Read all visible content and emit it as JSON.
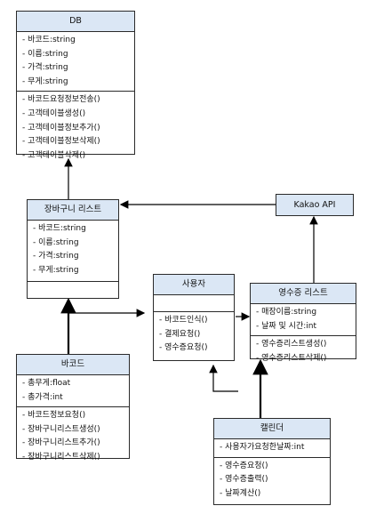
{
  "classes": {
    "db": {
      "title": "DB",
      "attributes": [
        "바코드:string",
        "이름:string",
        "가격:string",
        "무게:string"
      ],
      "methods": [
        "바코드요청정보전송()",
        "고객테이블생성()",
        "고객테이블정보추가()",
        "고객테이블정보삭제()",
        "고객테이블삭제()"
      ]
    },
    "cart": {
      "title": "장바구니 리스트",
      "attributes": [
        "바코드:string",
        "이름:string",
        "가격:string",
        "무게:string"
      ],
      "methods": []
    },
    "kakao": {
      "title": "Kakao API"
    },
    "user": {
      "title": "사용자",
      "attributes": [],
      "methods": [
        "바코드인식()",
        "결제요청()",
        "영수증요청()"
      ]
    },
    "receipt": {
      "title": "영수증 리스트",
      "attributes": [
        "매장이름:string",
        "날짜 및 시간:int"
      ],
      "methods": [
        "영수증리스트생성()",
        "영수증리스트삭제()"
      ]
    },
    "barcode": {
      "title": "바코드",
      "attributes": [
        "총무게:float",
        "총가격:int"
      ],
      "methods": [
        "바코드정보요청()",
        "장바구니리스트생성()",
        "장바구니리스트추가()",
        "장바구니리스트삭제()"
      ]
    },
    "calendar": {
      "title": "캘린더",
      "attributes": [
        "사용자가요청한날짜:int"
      ],
      "methods": [
        "영수증요청()",
        "영수증출력()",
        "날짜계산()"
      ]
    }
  }
}
